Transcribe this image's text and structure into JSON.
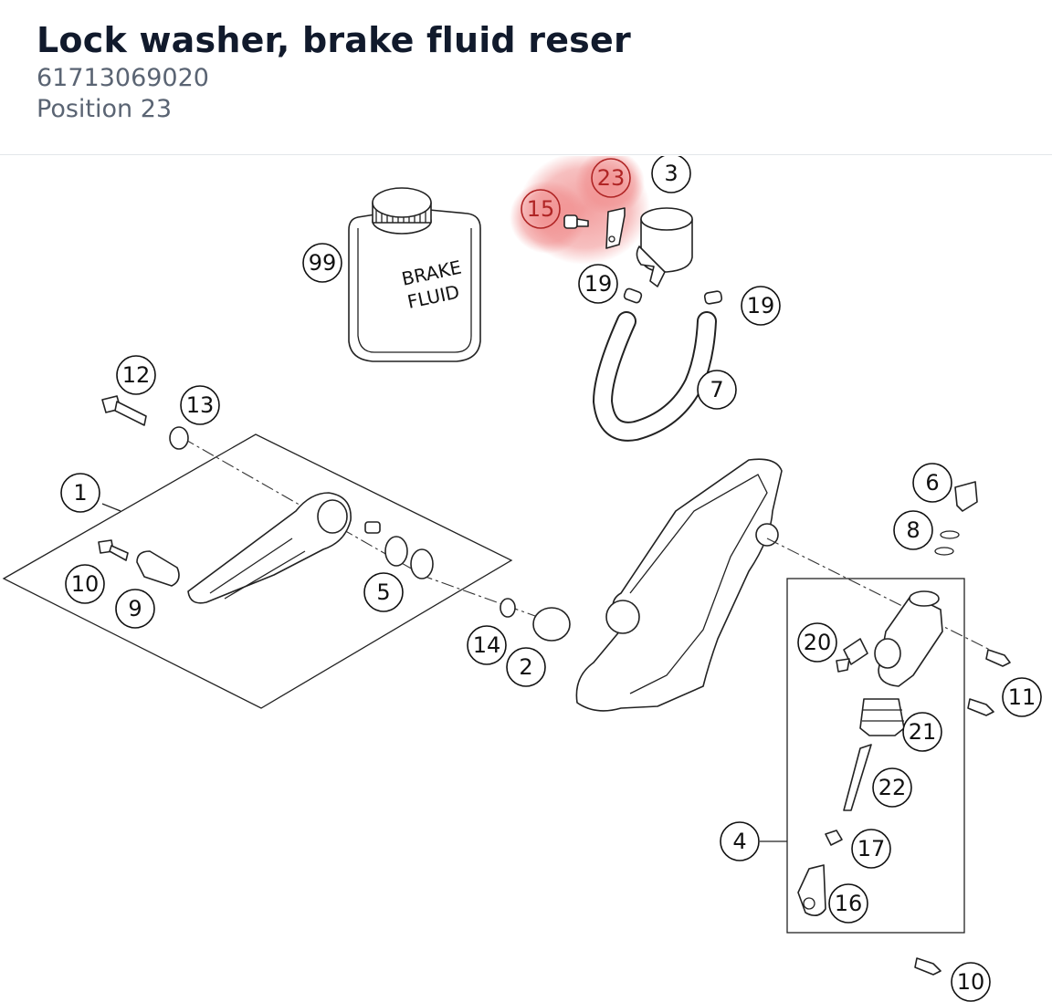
{
  "header": {
    "title": "Lock washer, brake fluid reser",
    "part_number": "61713069020",
    "position": "Position 23"
  },
  "diagram": {
    "highlight_color": "#f08c8c",
    "can_text_line1": "BRAKE",
    "can_text_line2": "FLUID",
    "labels": [
      "99",
      "15",
      "23",
      "3",
      "19",
      "19",
      "7",
      "12",
      "13",
      "1",
      "10",
      "9",
      "5",
      "14",
      "2",
      "6",
      "8",
      "20",
      "11",
      "21",
      "22",
      "4",
      "17",
      "16",
      "10"
    ],
    "highlighted_labels": [
      "15",
      "23"
    ]
  }
}
